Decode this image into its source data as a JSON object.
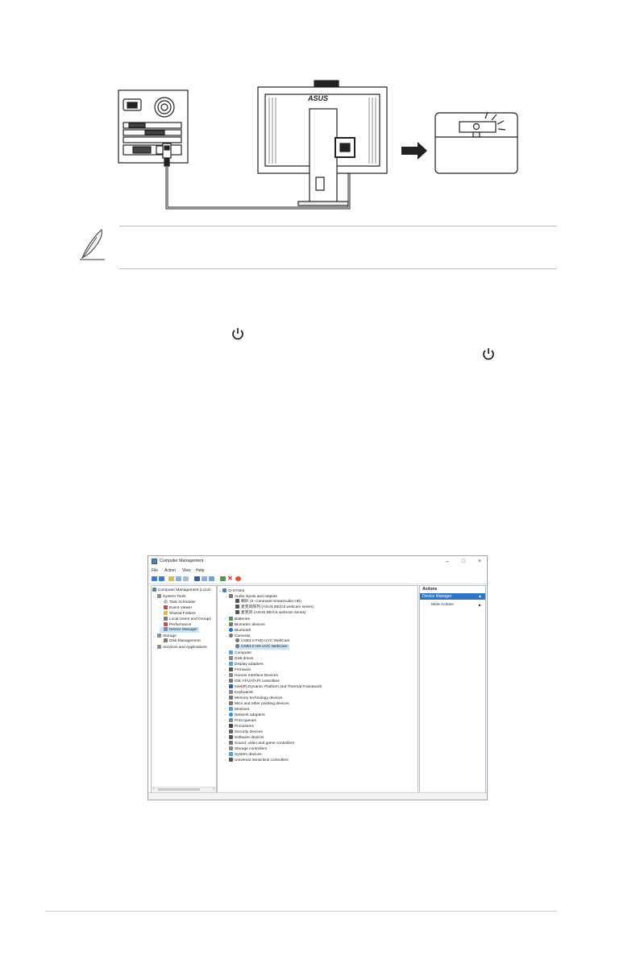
{
  "window": {
    "title": "Computer Management",
    "menu": [
      "File",
      "Action",
      "View",
      "Help"
    ]
  },
  "left_tree": [
    {
      "label": "Computer Management (Local",
      "level": 0
    },
    {
      "label": "System Tools",
      "level": 1
    },
    {
      "label": "Task Scheduler",
      "level": 2
    },
    {
      "label": "Event Viewer",
      "level": 2
    },
    {
      "label": "Shared Folders",
      "level": 2
    },
    {
      "label": "Local Users and Groups",
      "level": 2
    },
    {
      "label": "Performance",
      "level": 2
    },
    {
      "label": "Device Manager",
      "level": 2,
      "selected": true
    },
    {
      "label": "Storage",
      "level": 1
    },
    {
      "label": "Disk Management",
      "level": 2
    },
    {
      "label": "Services and Applications",
      "level": 1
    }
  ],
  "device_tree": [
    {
      "label": "Q-STAE5",
      "level": 0
    },
    {
      "label": "Audio inputs and outputs",
      "level": 1
    },
    {
      "label": "喇叭 (2- Conexant SmartAudio HD)",
      "level": 2
    },
    {
      "label": "麦克风阵列 (ASUS BE/C6 webcam series)",
      "level": 2
    },
    {
      "label": "麦克风 (ASUS BE/C6 webcam series)",
      "level": 2
    },
    {
      "label": "Batteries",
      "level": 1
    },
    {
      "label": "Biometric devices",
      "level": 1
    },
    {
      "label": "Bluetooth",
      "level": 1
    },
    {
      "label": "Cameras",
      "level": 1
    },
    {
      "label": "USB2.0 FHD UVC WebCam",
      "level": 2
    },
    {
      "label": "USB2.0 HD UVC WebCam",
      "level": 2,
      "selected": true
    },
    {
      "label": "Computer",
      "level": 1
    },
    {
      "label": "Disk drives",
      "level": 1
    },
    {
      "label": "Display adapters",
      "level": 1
    },
    {
      "label": "Firmware",
      "level": 1
    },
    {
      "label": "Human Interface Devices",
      "level": 1
    },
    {
      "label": "IDE ATA/ATAPI controllers",
      "level": 1
    },
    {
      "label": "Intel(R) Dynamic Platform and Thermal Framework",
      "level": 1
    },
    {
      "label": "Keyboards",
      "level": 1
    },
    {
      "label": "Memory technology devices",
      "level": 1
    },
    {
      "label": "Mice and other pointing devices",
      "level": 1
    },
    {
      "label": "Monitors",
      "level": 1
    },
    {
      "label": "Network adapters",
      "level": 1
    },
    {
      "label": "Print queues",
      "level": 1
    },
    {
      "label": "Processors",
      "level": 1
    },
    {
      "label": "Security devices",
      "level": 1
    },
    {
      "label": "Software devices",
      "level": 1
    },
    {
      "label": "Sound, video and game controllers",
      "level": 1
    },
    {
      "label": "Storage controllers",
      "level": 1
    },
    {
      "label": "System devices",
      "level": 1
    },
    {
      "label": "Universal Serial Bus controllers",
      "level": 1
    }
  ],
  "actions": {
    "header": "Actions",
    "section": "Device Manager",
    "item": "More Actions"
  },
  "illustration": {
    "brand": "ASUS"
  }
}
